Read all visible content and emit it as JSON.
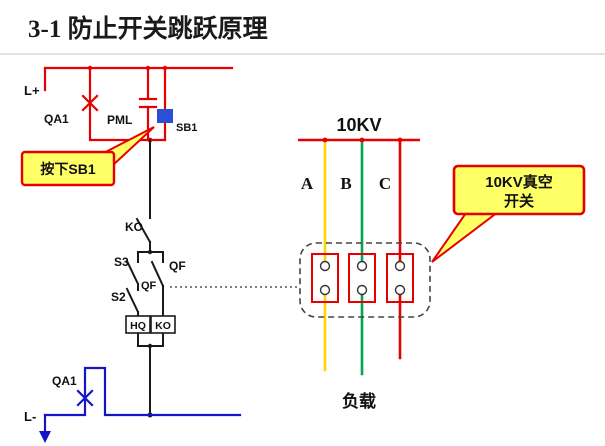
{
  "title": "3-1  防止开关跳跃原理",
  "circuit": {
    "l_plus": "L+",
    "qa1_top": "QA1",
    "pml": "PML",
    "sb1": "SB1",
    "ko_contact": "KO",
    "s3": "S3",
    "qf": "QF",
    "qf_aux": "QF",
    "s2": "S2",
    "hq_coil": "HQ",
    "ko_coil": "KO",
    "qa1_bottom": "QA1",
    "l_minus": "L-"
  },
  "callouts": {
    "press_sb1": "按下SB1",
    "vacuum_switch_line1": "10KV真空",
    "vacuum_switch_line2": "开关"
  },
  "bus": {
    "voltage": "10KV",
    "phase_a": "A",
    "phase_b": "B",
    "phase_c": "C",
    "load": "负载"
  },
  "colors": {
    "wire_red": "#e60000",
    "wire_blue": "#1414c8",
    "wire_black": "#1a1a1a",
    "phase_yellow": "#ffd400",
    "phase_green": "#00a651",
    "callout_fill": "#ffff66",
    "callout_border": "#e60000",
    "sb1_button_blue": "#2b4fd7"
  }
}
